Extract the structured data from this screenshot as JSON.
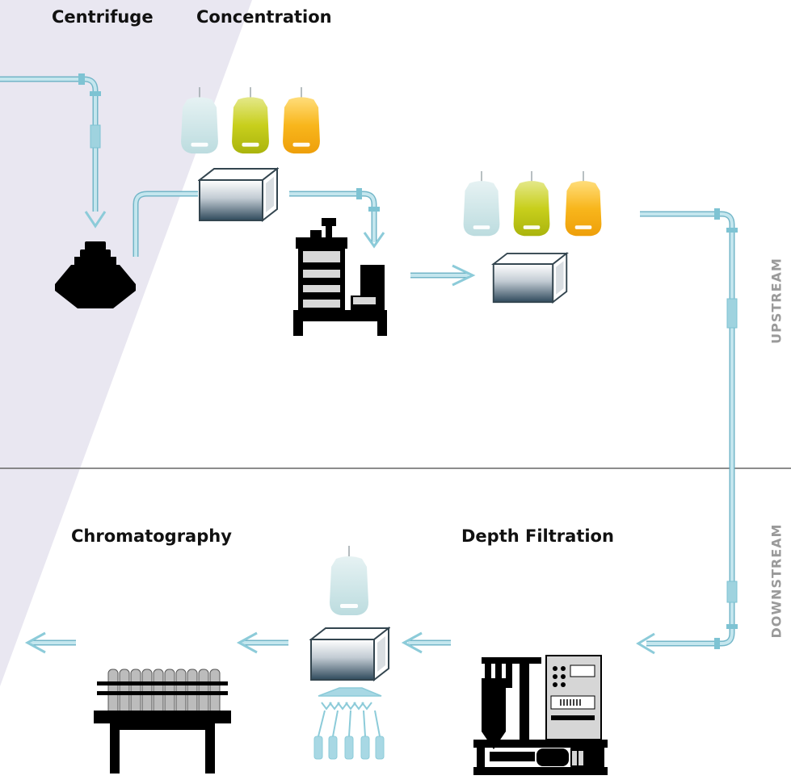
{
  "labels": {
    "centrifuge": "Centrifuge",
    "concentration": "Concentration",
    "chromatography": "Chromatography",
    "depth_filtration": "Depth Filtration"
  },
  "sections": {
    "upstream": "UPSTREAM",
    "downstream": "DOWNSTREAM"
  },
  "colors": {
    "pipe": "#a8d8e4",
    "pipe_edge": "#74b8ca",
    "bag_light": "#cfe6ea",
    "bag_green": "#c9cf1a",
    "bag_orange": "#f7b21b",
    "shade": "#e8e6f0",
    "divider": "#666666"
  }
}
